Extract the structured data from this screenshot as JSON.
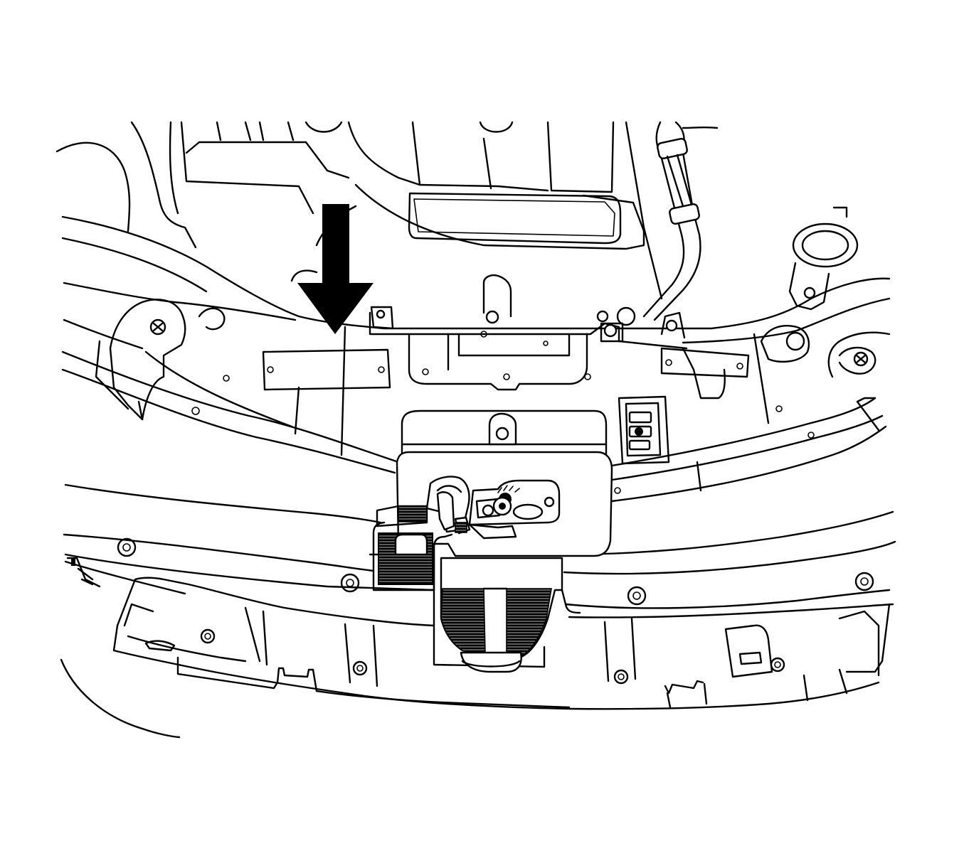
{
  "figure": {
    "kind": "line-art",
    "subject": "front-end-upper-tie-bar-hood-latch",
    "callouts": [
      {
        "name": "location-arrow",
        "direction": "down",
        "color": "#000000"
      }
    ],
    "colors": {
      "line": "#000000",
      "background": "#ffffff"
    }
  }
}
